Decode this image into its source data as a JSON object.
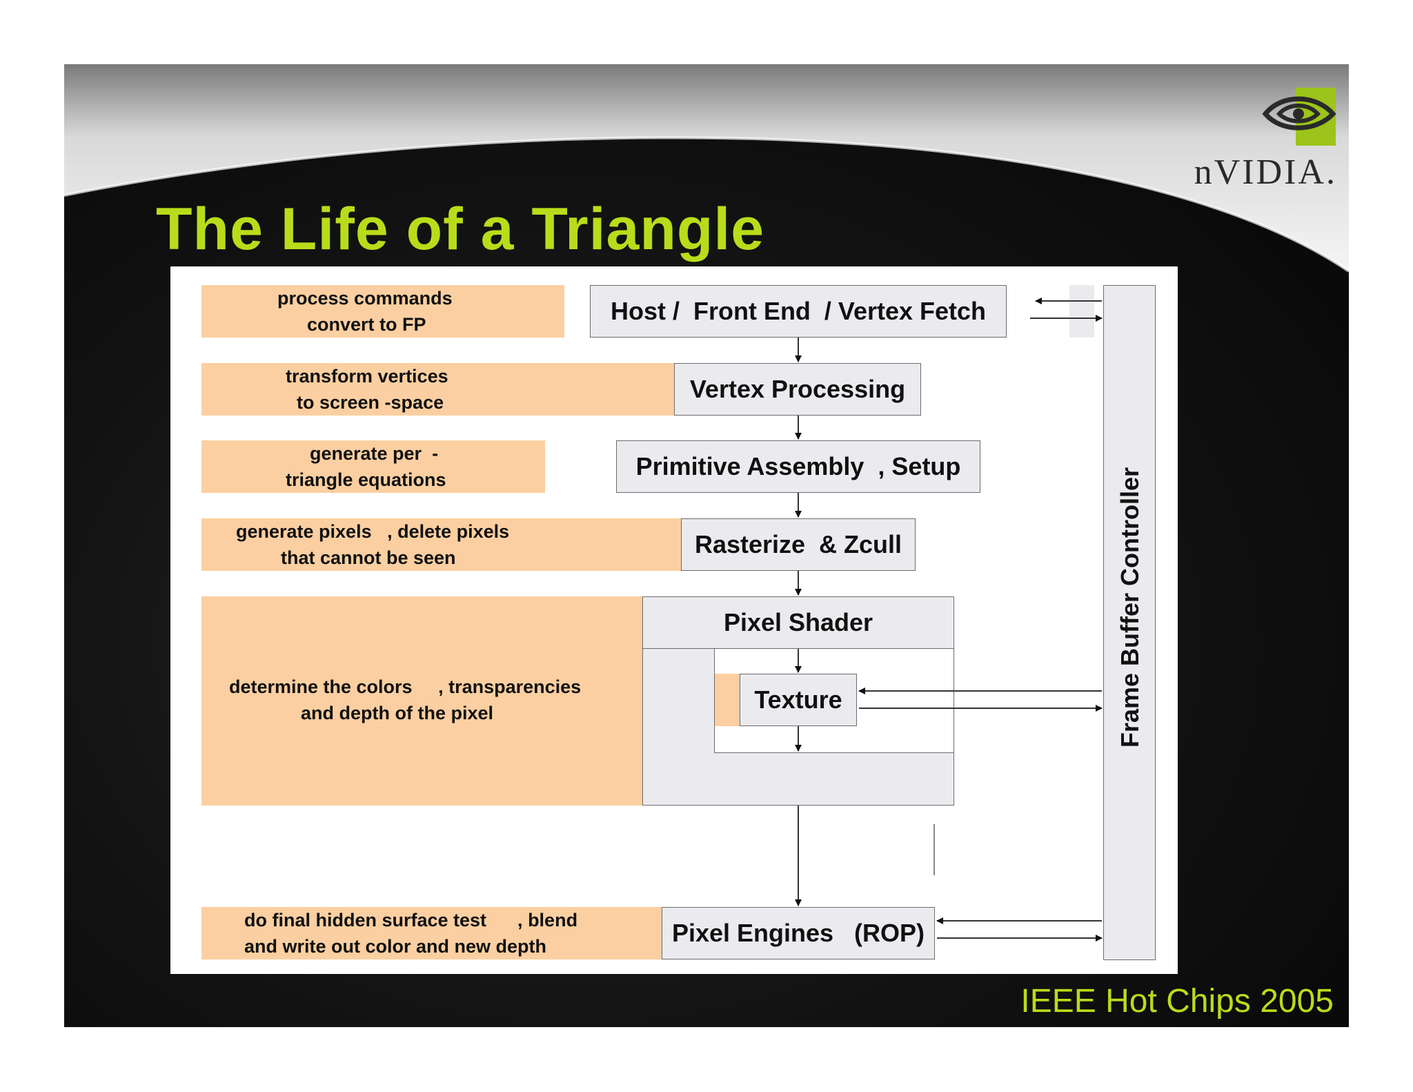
{
  "slide": {
    "title": "The Life of a Triangle",
    "footer": "IEEE Hot Chips 2005",
    "logo_text": "nVIDIA.",
    "logo_icon": "nvidia-eye-logo-icon",
    "colors": {
      "title": "#b9dc1a",
      "description_box": "#fbcfa1",
      "stage_box": "#ebebef",
      "background": "#0a0a0a"
    }
  },
  "stages": {
    "host": "Host /  Front End  / Vertex Fetch",
    "vertex": "Vertex Processing",
    "primitive": "Primitive Assembly  , Setup",
    "raster": "Rasterize  & Zcull",
    "pixel_shader": "Pixel Shader",
    "texture": "Texture",
    "rop": "Pixel Engines   (ROP)",
    "frame_buffer": "Frame Buffer Controller"
  },
  "descriptions": {
    "host": [
      "process commands",
      "convert to FP"
    ],
    "vertex": [
      "transform vertices",
      "to screen -space"
    ],
    "primitive": [
      "generate per  -",
      "triangle equations"
    ],
    "raster": [
      "generate pixels   , delete pixels",
      "that cannot be seen"
    ],
    "pixel_shader": [
      "determine the colors     , transparencies",
      "and depth of the pixel"
    ],
    "rop": [
      "do final hidden surface test      , blend",
      "and write out color and new depth"
    ]
  }
}
